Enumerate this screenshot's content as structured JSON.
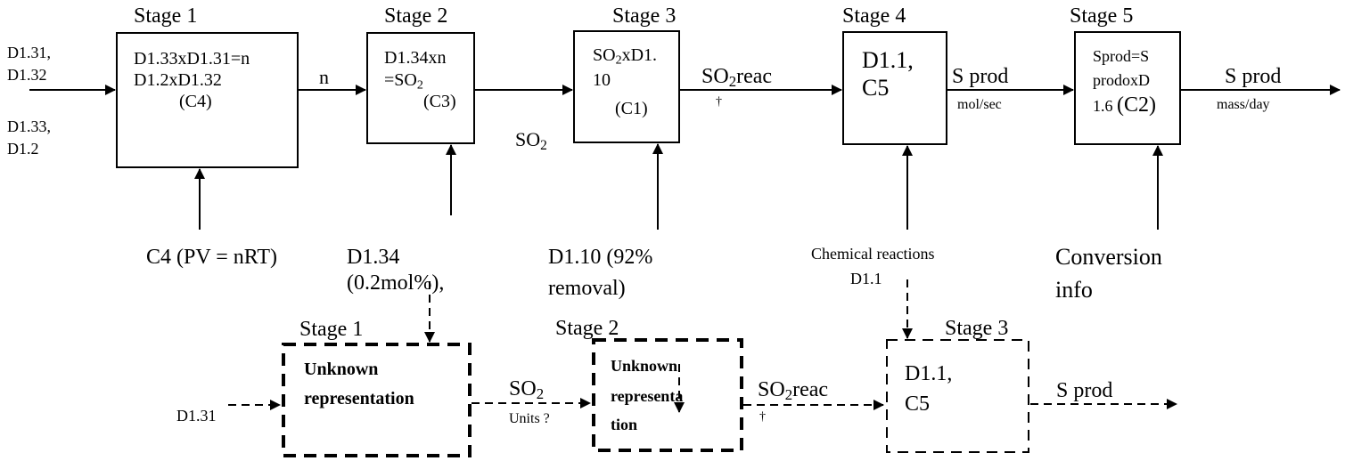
{
  "top": {
    "stages": [
      "Stage 1",
      "Stage 2",
      "Stage 3",
      "Stage 4",
      "Stage 5"
    ],
    "inputs_left": {
      "line1": "D1.31,",
      "line2": "D1.32",
      "line3": "D1.33,",
      "line4": "D1.2"
    },
    "box1": {
      "line1": "D1.33xD1.31=n",
      "line2": "D1.2xD1.32",
      "line3": "(C4)"
    },
    "box2": {
      "line1": "D1.34xn",
      "line2_pre": "=SO",
      "line2_sub": "2",
      "line3": "(C3)"
    },
    "box3": {
      "line1_pre": "SO",
      "line1_sub": "2",
      "line1_post": "xD1.",
      "line2": "10",
      "line3": "(C1)"
    },
    "box4": {
      "line1": "D1.1,",
      "line2": "C5"
    },
    "box5": {
      "line1": "Sprod=S",
      "line2": "prodoxD",
      "line3_pre": "1.6 ",
      "line3_post": "(C2)"
    },
    "flow": {
      "n": "n",
      "so2_pre": "SO",
      "so2_sub": "2",
      "so2reac_pre": "SO",
      "so2reac_sub": "2",
      "so2reac_post": "reac",
      "tick_mark": "†",
      "sprod1": "S prod",
      "sprod1_unit": "mol/sec",
      "sprod2": "S prod",
      "sprod2_unit": "mass/day"
    },
    "below": {
      "c4": "C4 (PV = nRT)",
      "d134_line1": "D1.34",
      "d134_line2": "(0.2mol%),",
      "d110_line1": "D1.10 (92%",
      "d110_line2": "removal)",
      "chem_line1": "Chemical reactions",
      "chem_line2": "D1.1",
      "conv_line1": "Conversion",
      "conv_line2": "info"
    }
  },
  "bottom": {
    "stages": [
      "Stage 1",
      "Stage 2",
      "Stage 3"
    ],
    "input": "D1.31",
    "box1": {
      "line1": "Unknown",
      "line2": "representation"
    },
    "box2": {
      "line1": "Unknown",
      "line2": "representa",
      "line3": "tion"
    },
    "box3": {
      "line1": "D1.1,",
      "line2": "C5"
    },
    "so2_pre": "SO",
    "so2_sub": "2",
    "units": "Units ?",
    "so2reac_pre": "SO",
    "so2reac_sub": "2",
    "so2reac_post": "reac",
    "tick_mark": "†",
    "sprod": "S prod"
  },
  "colors": {
    "ink": "#000000",
    "background": "#ffffff"
  }
}
